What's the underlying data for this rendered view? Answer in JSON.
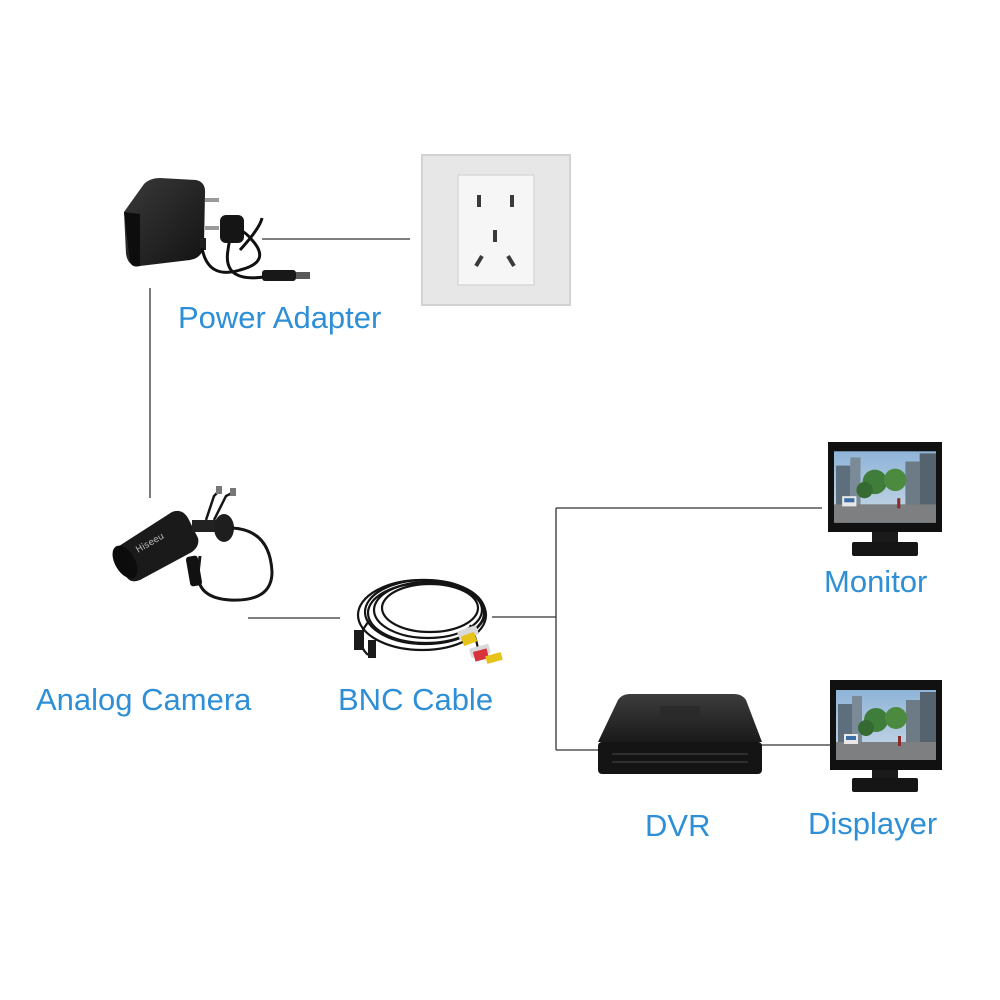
{
  "labels": {
    "power_adapter": "Power Adapter",
    "analog_camera": "Analog Camera",
    "bnc_cable": "BNC Cable",
    "monitor": "Monitor",
    "dvr": "DVR",
    "displayer": "Displayer"
  },
  "colors": {
    "label": "#2e8fd6",
    "connector_line": "#333333",
    "device_body": "#1c1c1c",
    "wall_plate": "#e9e9e9"
  },
  "icons": [
    "power-adapter-icon",
    "wall-socket-icon",
    "analog-camera-icon",
    "bnc-cable-icon",
    "dvr-icon",
    "monitor-icon",
    "displayer-icon"
  ]
}
